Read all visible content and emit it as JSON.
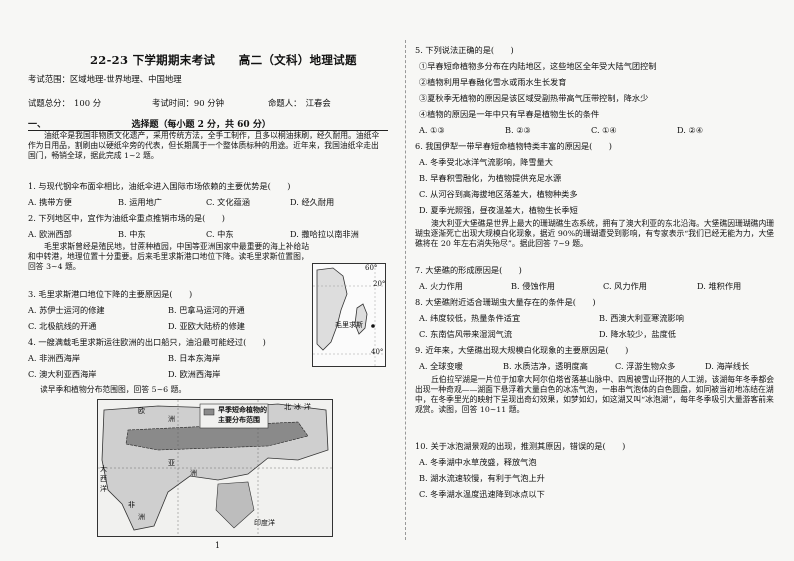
{
  "header": {
    "title": "22-23 下学期期末考试　　高二（文科）地理试题",
    "scope": "考试范围：区域地理-世界地理、中国地理",
    "score": "试题总分：　100 分",
    "time": "考试时间：90 分钟",
    "author": "命题人：　江春会",
    "section1": "一、　　　　　　　　　　选择题（每小题 2 分，共 60 分）"
  },
  "left": {
    "intro1": "油纸伞是我国非物质文化遗产，采用传统方法，全手工制作，且多以桐油抹刷，经久耐用。油纸伞作为日用品，割刷由以硬纸伞旁的代表，但长期属于一个整体质标种的用途。近年来，我国油纸伞走出国门，畅销全球，据此完成 1~2 题。",
    "q1": "1. 与现代钢伞布面伞相比，油纸伞进入国际市场依赖的主要优势是(　　)",
    "q1_opts": [
      "A. 携带方便",
      "B. 运用地广",
      "C. 文化蕴涵",
      "D. 经久耐用"
    ],
    "q2": "2. 下列地区中，宜作为油纸伞重点推销市场的是(　　)",
    "q2_opts": [
      "A. 欧洲西部",
      "B. 中东",
      "C. 中东",
      "D. 撒哈拉以南非洲"
    ],
    "intro2": "毛里求斯曾经是殖民地，甘蔗种植园，中国等亚洲国家中最重要的海上补给站和中转港，地理位置十分重要。后来毛里求斯港口地位下降。读毛里求斯位置图，回答 3~4 题。",
    "q3": "3. 毛里求斯港口地位下降的主要原因是(　　)",
    "q3_opts": [
      "A. 苏伊士运河的修建",
      "B. 巴拿马运河的开通",
      "C. 北极航线的开通",
      "D. 亚欧大陆桥的修建"
    ],
    "q4": "4. 一艘满载毛里求斯运往欧洲的出口船只，油沿最可能经过(　　)",
    "q4_opts": [
      "A. 非洲西海岸",
      "B. 日本东海岸",
      "C. 澳大利亚西海岸",
      "D. 欧洲西海岸"
    ],
    "intro3": "读早季和植物分布范围图，回答 5~6 题。",
    "map1_labels": [
      "毛里求斯",
      "20°",
      "40°",
      "60°"
    ],
    "map2_labels": [
      "欧",
      "洲",
      "亚",
      "洲",
      "非",
      "洲",
      "北",
      "冰",
      "洋",
      "早季短命植物的",
      "主要分布范围",
      "印度洋",
      "大",
      "西",
      "洋"
    ],
    "page_num": "1"
  },
  "right": {
    "q5": "5. 下列说法正确的是(　　)",
    "q5_items": [
      "①早春短命植物多分布在内陆地区，这些地区全年受大陆气团控制",
      "②植物利用早春融化雪水或雨水生长发育",
      "③夏秋季无植物的原因是该区域受副热带高气压带控制，降水少",
      "④植物的原因是一年中只有早春是植物生长的条件"
    ],
    "q5_opts": [
      "A. ①③",
      "B. ②③",
      "C. ①④",
      "D. ②④"
    ],
    "q6": "6. 我国伊犁一带早春短命植物特类丰富的原因是(　　)",
    "q6_opts": [
      "A. 冬季受北冰洋气流影响，降雪量大",
      "B. 早春积雪融化，为植物提供充足水源",
      "C. 从河谷到高海拔地区落差大，植物种类多",
      "D. 夏季光照强，昼夜温差大，植物生长季短"
    ],
    "intro4": "澳大利亚大堡礁是世界上最大的珊瑚礁生态系统，拥有了澳大利亚的东北沿海。大堡礁因珊瑚礁内珊瑚虫逐渐死亡出现大规模白化现象，据近 90%的珊瑚遭受到影响，有专家表示“我们已经无能为力，大堡礁将在 20 年左右消失殆尽”。据此回答 7~9 题。",
    "q7": "7. 大堡礁的形成原因是(　　)",
    "q7_opts": [
      "A. 火力作用",
      "B. 侵蚀作用",
      "C. 风力作用",
      "D. 堆积作用"
    ],
    "q8": "8. 大堡礁附近适合珊瑚虫大量存在的条件是(　　)",
    "q8_opts": [
      "A. 纬度较低，热量条件适宜",
      "B. 西澳大利亚寒流影响",
      "C. 东南信风带来湿润气流",
      "D. 降水较少，盐度低"
    ],
    "q9": "9. 近年来，大堡礁出现大规模白化现象的主要原因是(　　)",
    "q9_opts": [
      "A. 全球变暖",
      "B. 水质洁净，透明度高",
      "C. 浮游生物众多",
      "D. 海岸线长"
    ],
    "intro5": "丘伯拉罕湖是一片位于加拿大阿尔伯塔省落基山脉中、四周被雪山环抱的人工湖，该湖每年冬季都会出现一种奇观——湖面下悬浮着大量白色的冰冻气泡，一串串气泡体的白色圆盘，如同被当初地冻结在湖中，在冬季里光的映射下呈现出奇幻效果，如梦如幻，如这湖又叫“冰泡湖”，每年冬季吸引大量游客前来观赏。读图，回答 10~11 题。",
    "q10": "10. 关于冰泡湖景观的出现，推测其原因，错误的是(　　)",
    "q10_opts": [
      "A. 冬季湖中水草茂盛，释放气泡",
      "B. 湖水流速较慢，有利于气泡上升",
      "C. 冬季湖水温度迅速降到冰点以下"
    ]
  }
}
